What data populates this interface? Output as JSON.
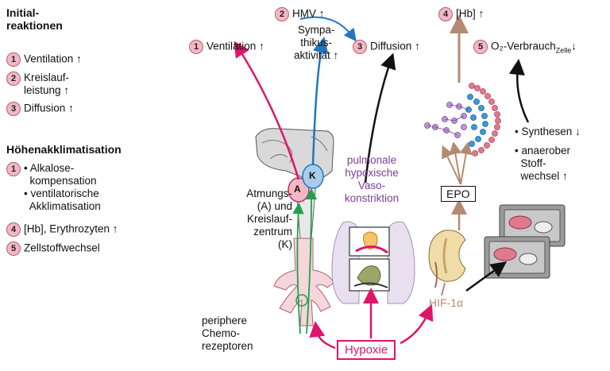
{
  "legend": {
    "initial_title": "Initial-\nreaktionen",
    "initial_items": [
      {
        "num": "1",
        "text": "Ventilation ↑"
      },
      {
        "num": "2",
        "text": "Kreislauf-\nleistung ↑"
      },
      {
        "num": "3",
        "text": "Diffusion ↑"
      }
    ],
    "hoehen_title": "Höhenakklimatisation",
    "hoehen_items": [
      {
        "num": "1",
        "text": "• Alkalose-\n  kompensation\n• ventilatorische\n  Akklimatisation"
      },
      {
        "num": "4",
        "text": "[Hb], Erythrozyten ↑"
      },
      {
        "num": "5",
        "text": "Zellstoffwechsel"
      }
    ]
  },
  "top": {
    "ventilation": {
      "num": "1",
      "text": "Ventilation ↑"
    },
    "hmv": {
      "num": "2",
      "text": "HMV ↑"
    },
    "sympathikus": "Sympa-\nthikus-\naktivität ↑",
    "diffusion": {
      "num": "3",
      "text": "Diffusion ↑"
    },
    "hb": {
      "num": "4",
      "text": "[Hb] ↑"
    },
    "o2": {
      "num": "5",
      "text": "O₂-Verbrauch",
      "sub": "Zelle",
      "arrow": "↓"
    }
  },
  "labels": {
    "atmungszentrum": "Atmungs-\n(A) und\nKreislauf-\nzentrum\n(K)",
    "chemo": "periphere\nChemo-\nrezeptoren",
    "pulmonale": "pulmonale\nhypoxische\nVaso-\nkonstriktion",
    "epo": "EPO",
    "hif": "HIF-1α",
    "hypoxie": "Hypoxie",
    "synthesen": "• Synthesen ↓",
    "anaerob": "• anaerober\n  Stoff-\n  wechsel ↑",
    "a_letter": "A",
    "k_letter": "K"
  },
  "colors": {
    "pink": "#e0146b",
    "blue": "#1f78c1",
    "green": "#22a04b",
    "brown": "#b48a72",
    "purple": "#7b3f98",
    "black": "#111111"
  }
}
